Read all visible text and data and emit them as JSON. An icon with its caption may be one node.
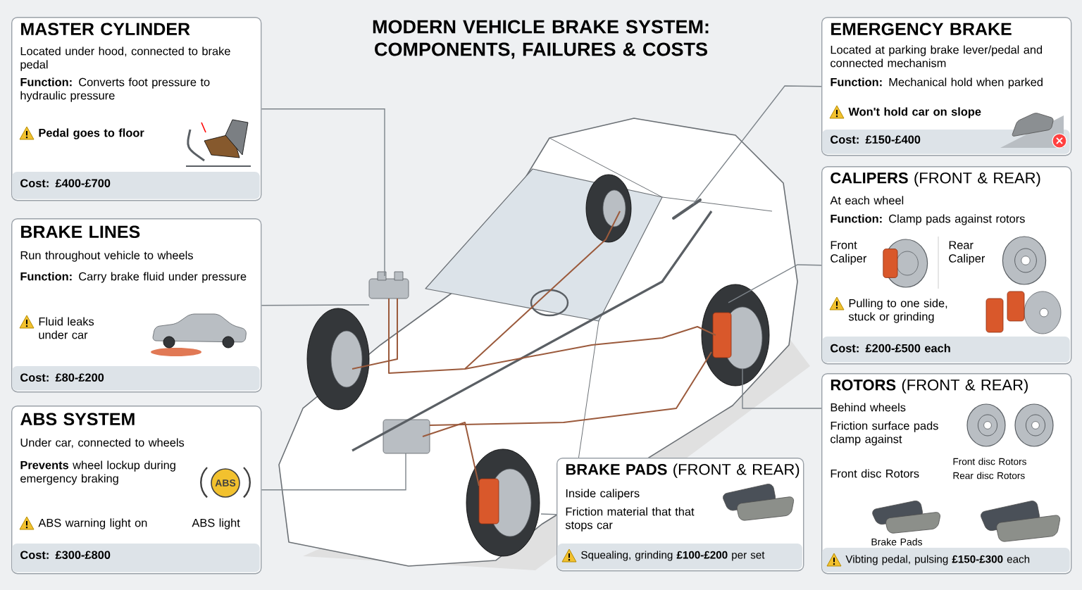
{
  "diagram": {
    "title": "MODERN VEHICLE BRAKE SYSTEM: COMPONENTS, FAILURES & COSTS",
    "nodes": [
      {
        "text": [
          "MASTER CYLINDER",
          "Located under hood, connected to brake pedal",
          "**Function:** Converts foot pressure to hydraulic pressure",
          "Pedal goes to floor",
          "Cost: £400-£700"
        ]
      },
      {
        "text": [
          "BRAKE LINES",
          "Run throughout vehicle to wheels",
          "**Function:** Carry brake fluid under pressure",
          "Fluid leaks under car",
          "Cost: £80-£200"
        ]
      },
      {
        "text": [
          "ABS SYSTEM",
          "Under car, connected to wheels",
          "**Prevents** wheel lockup during emergency braking",
          "ABS",
          "ABS warning light on",
          "ABS light",
          "Cost: £300-£800"
        ]
      },
      {
        "text": [
          "EMERGENCY BRAKE",
          "Located at parking brake lever/pedal and connected mechanism",
          "**Function:** Mechanical hold when parked",
          "Won't hold car on slope",
          "Cost: £150-£400"
        ]
      },
      {
        "text": [
          "**CALIPERS** (FRONT & REAR)",
          "At each wheel",
          "**Function:** Clamp pads against rotors",
          "Front Caliper",
          "Rear Caliper",
          "Pulling to one side, stuck or grinding",
          "Cost: £200-£500 each"
        ]
      },
      {
        "text": [
          "**ROTORS** (FRONT & REAR)",
          "Behind wheels",
          "Friction surface pads clamp against",
          "Front disc Rotors",
          "Front disc Rotors",
          "Rear disc Rotors",
          "Brake Pads",
          "Vibting pedal, pulsing **£150-£300** each"
        ]
      },
      {
        "text": [
          "**BRAKE PADS** (FRONT & REAR)",
          "Inside calipers",
          "Friction material that that stops car",
          "Squealing, grinding **£100-£200** per set"
        ]
      }
    ],
    "edges": [
      {
        "from": 0,
        "to": null,
        "arrow": "none"
      },
      {
        "from": 1,
        "to": null,
        "arrow": "none"
      },
      {
        "from": 2,
        "to": null,
        "arrow": "none"
      },
      {
        "from": 3,
        "to": null,
        "arrow": "none"
      },
      {
        "from": 4,
        "to": null,
        "arrow": "none"
      },
      {
        "from": 5,
        "to": null,
        "arrow": "none"
      },
      {
        "from": 6,
        "to": null,
        "arrow": "none"
      }
    ]
  }
}
